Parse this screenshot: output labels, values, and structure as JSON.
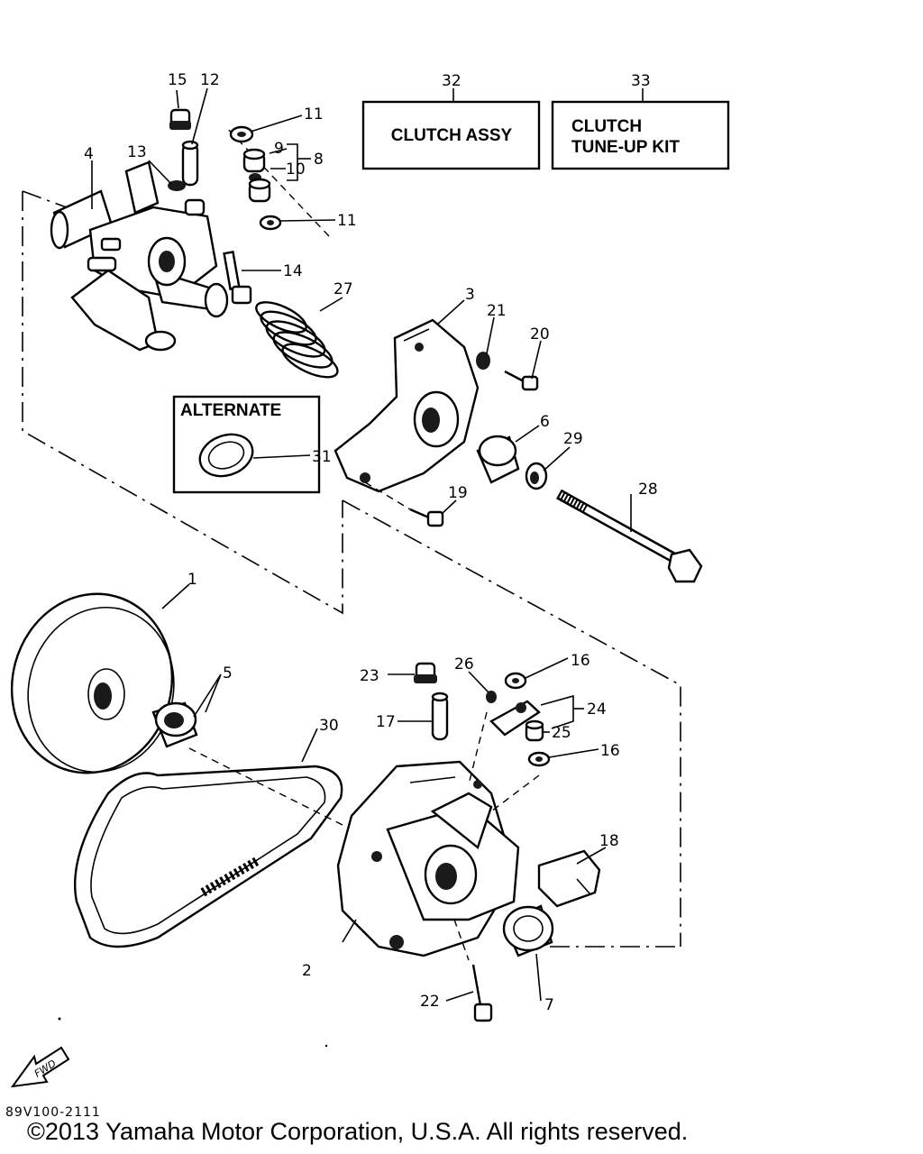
{
  "callouts": {
    "p1": "1",
    "p2": "2",
    "p3": "3",
    "p4": "4",
    "p5": "5",
    "p6": "6",
    "p7": "7",
    "p8": "8",
    "p9": "9",
    "p10": "10",
    "p11a": "11",
    "p11b": "11",
    "p12": "12",
    "p13": "13",
    "p14": "14",
    "p15": "15",
    "p16a": "16",
    "p16b": "16",
    "p17": "17",
    "p18": "18",
    "p19": "19",
    "p20": "20",
    "p21": "21",
    "p22": "22",
    "p23": "23",
    "p24": "24",
    "p25": "25",
    "p26": "26",
    "p27": "27",
    "p28": "28",
    "p29": "29",
    "p30": "30",
    "p31": "31",
    "p32": "32",
    "p33": "33"
  },
  "boxes": {
    "clutch_assy": "CLUTCH ASSY",
    "tune_up_line1": "CLUTCH",
    "tune_up_line2": "TUNE-UP KIT",
    "alternate": "ALTERNATE"
  },
  "fwd_arrow_label": "FWD",
  "doc_code": "89V100-2111",
  "copyright": "©2013 Yamaha Motor Corporation, U.S.A. All rights reserved."
}
